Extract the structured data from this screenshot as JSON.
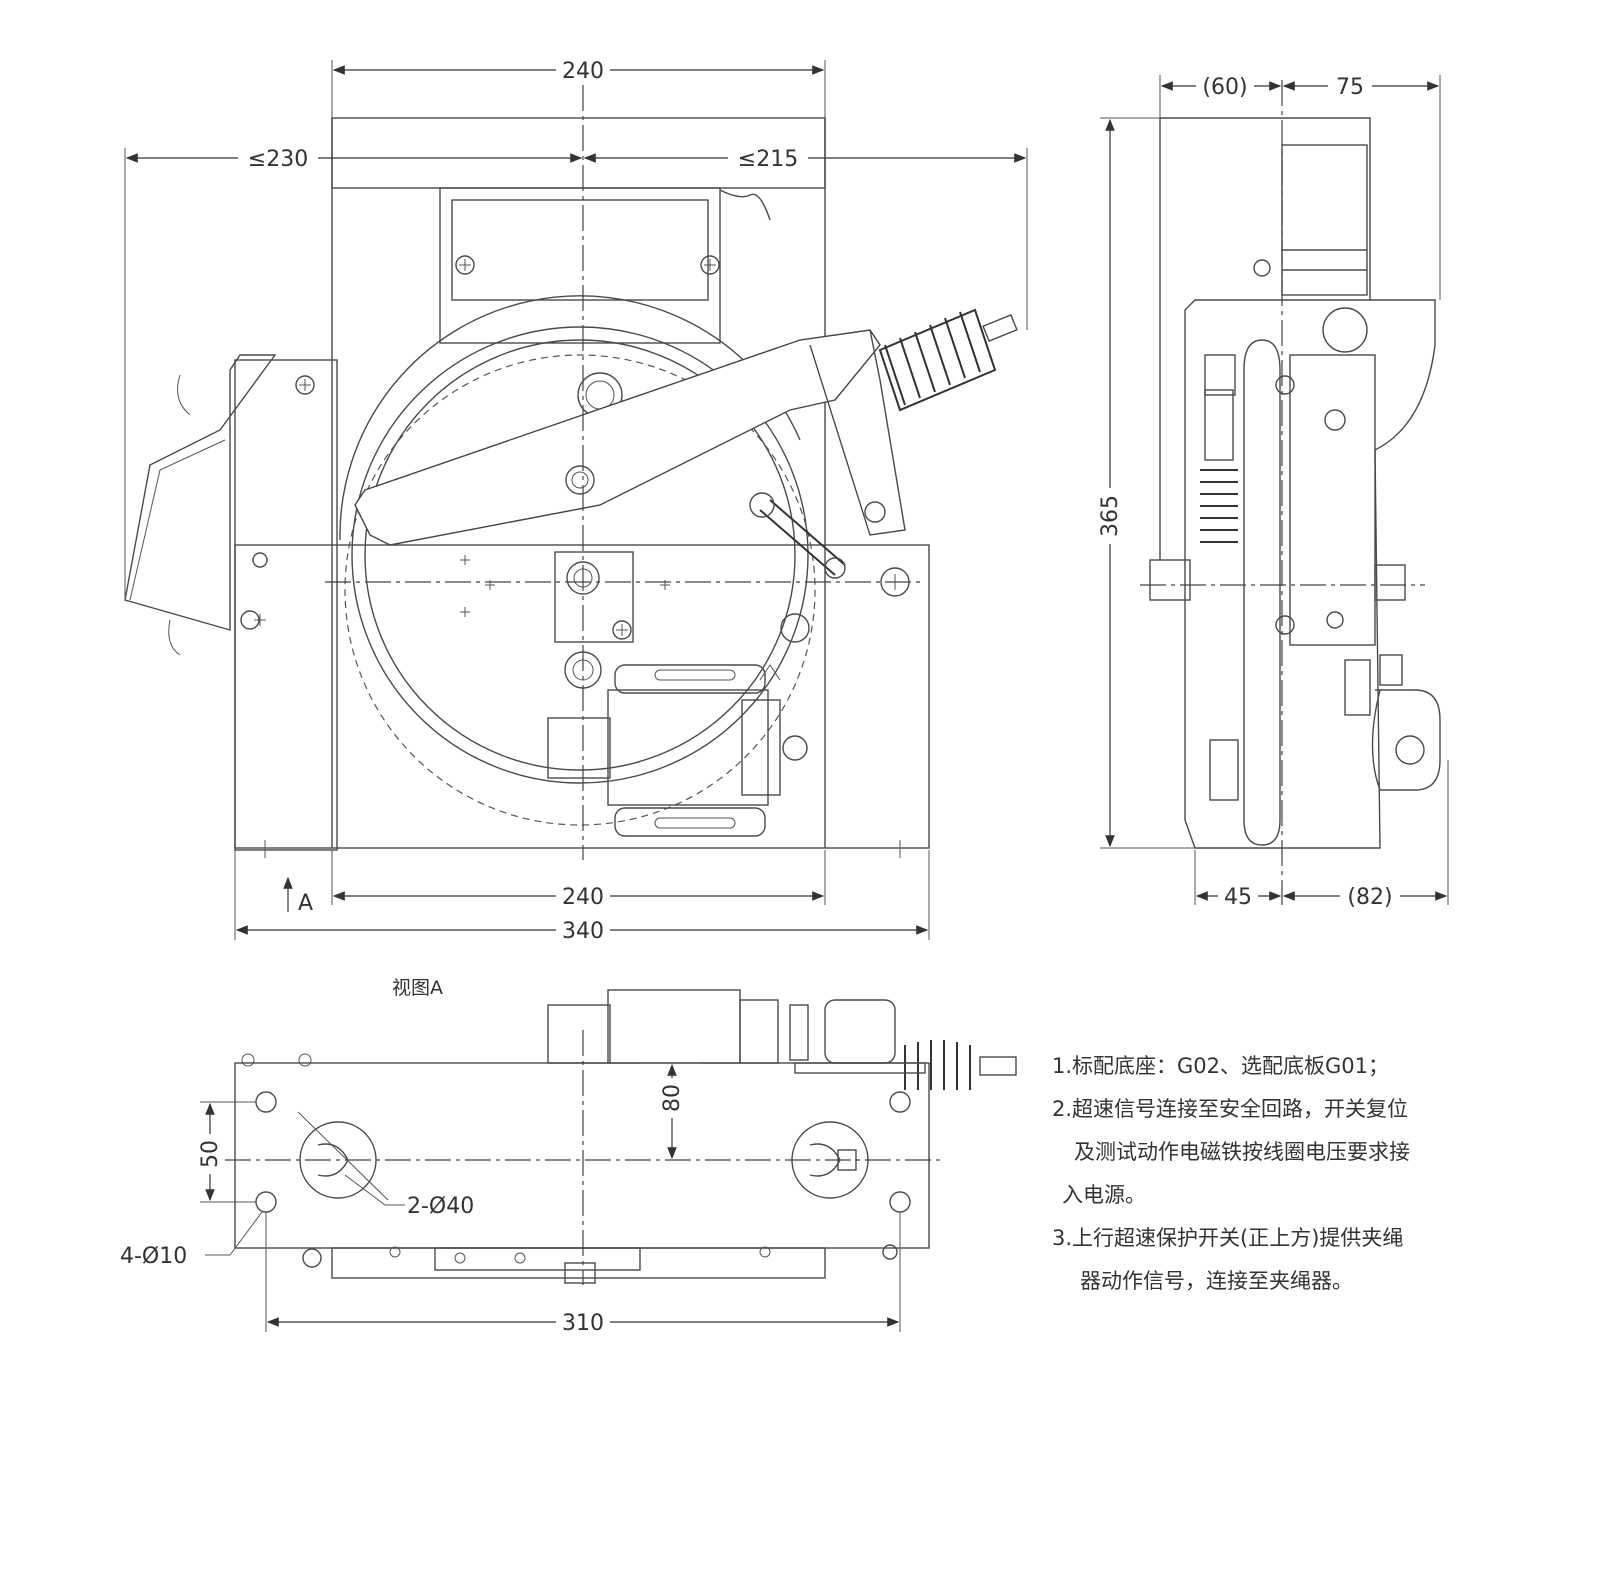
{
  "dimensions": {
    "front_top_width": "240",
    "front_left": "≤230",
    "front_right": "≤215",
    "front_bottom_inner": "240",
    "front_bottom_overall": "340",
    "side_top_left": "(60)",
    "side_top_right": "75",
    "side_height": "365",
    "side_bottom_left": "45",
    "side_bottom_right": "(82)",
    "plan_height": "80",
    "plan_hole_spacing": "50",
    "plan_large_holes": "2-Ø40",
    "plan_small_holes": "4-Ø10",
    "plan_overall": "310"
  },
  "labels": {
    "view_arrow": "A",
    "view_a": "视图A"
  },
  "notes": [
    "1.标配底座：G02、选配底板G01；",
    "2.超速信号连接至安全回路，开关复位",
    "及测试动作电磁铁按线圈电压要求接",
    "入电源。",
    "3.上行超速保护开关(正上方)提供夹绳",
    "器动作信号，连接至夹绳器。"
  ]
}
